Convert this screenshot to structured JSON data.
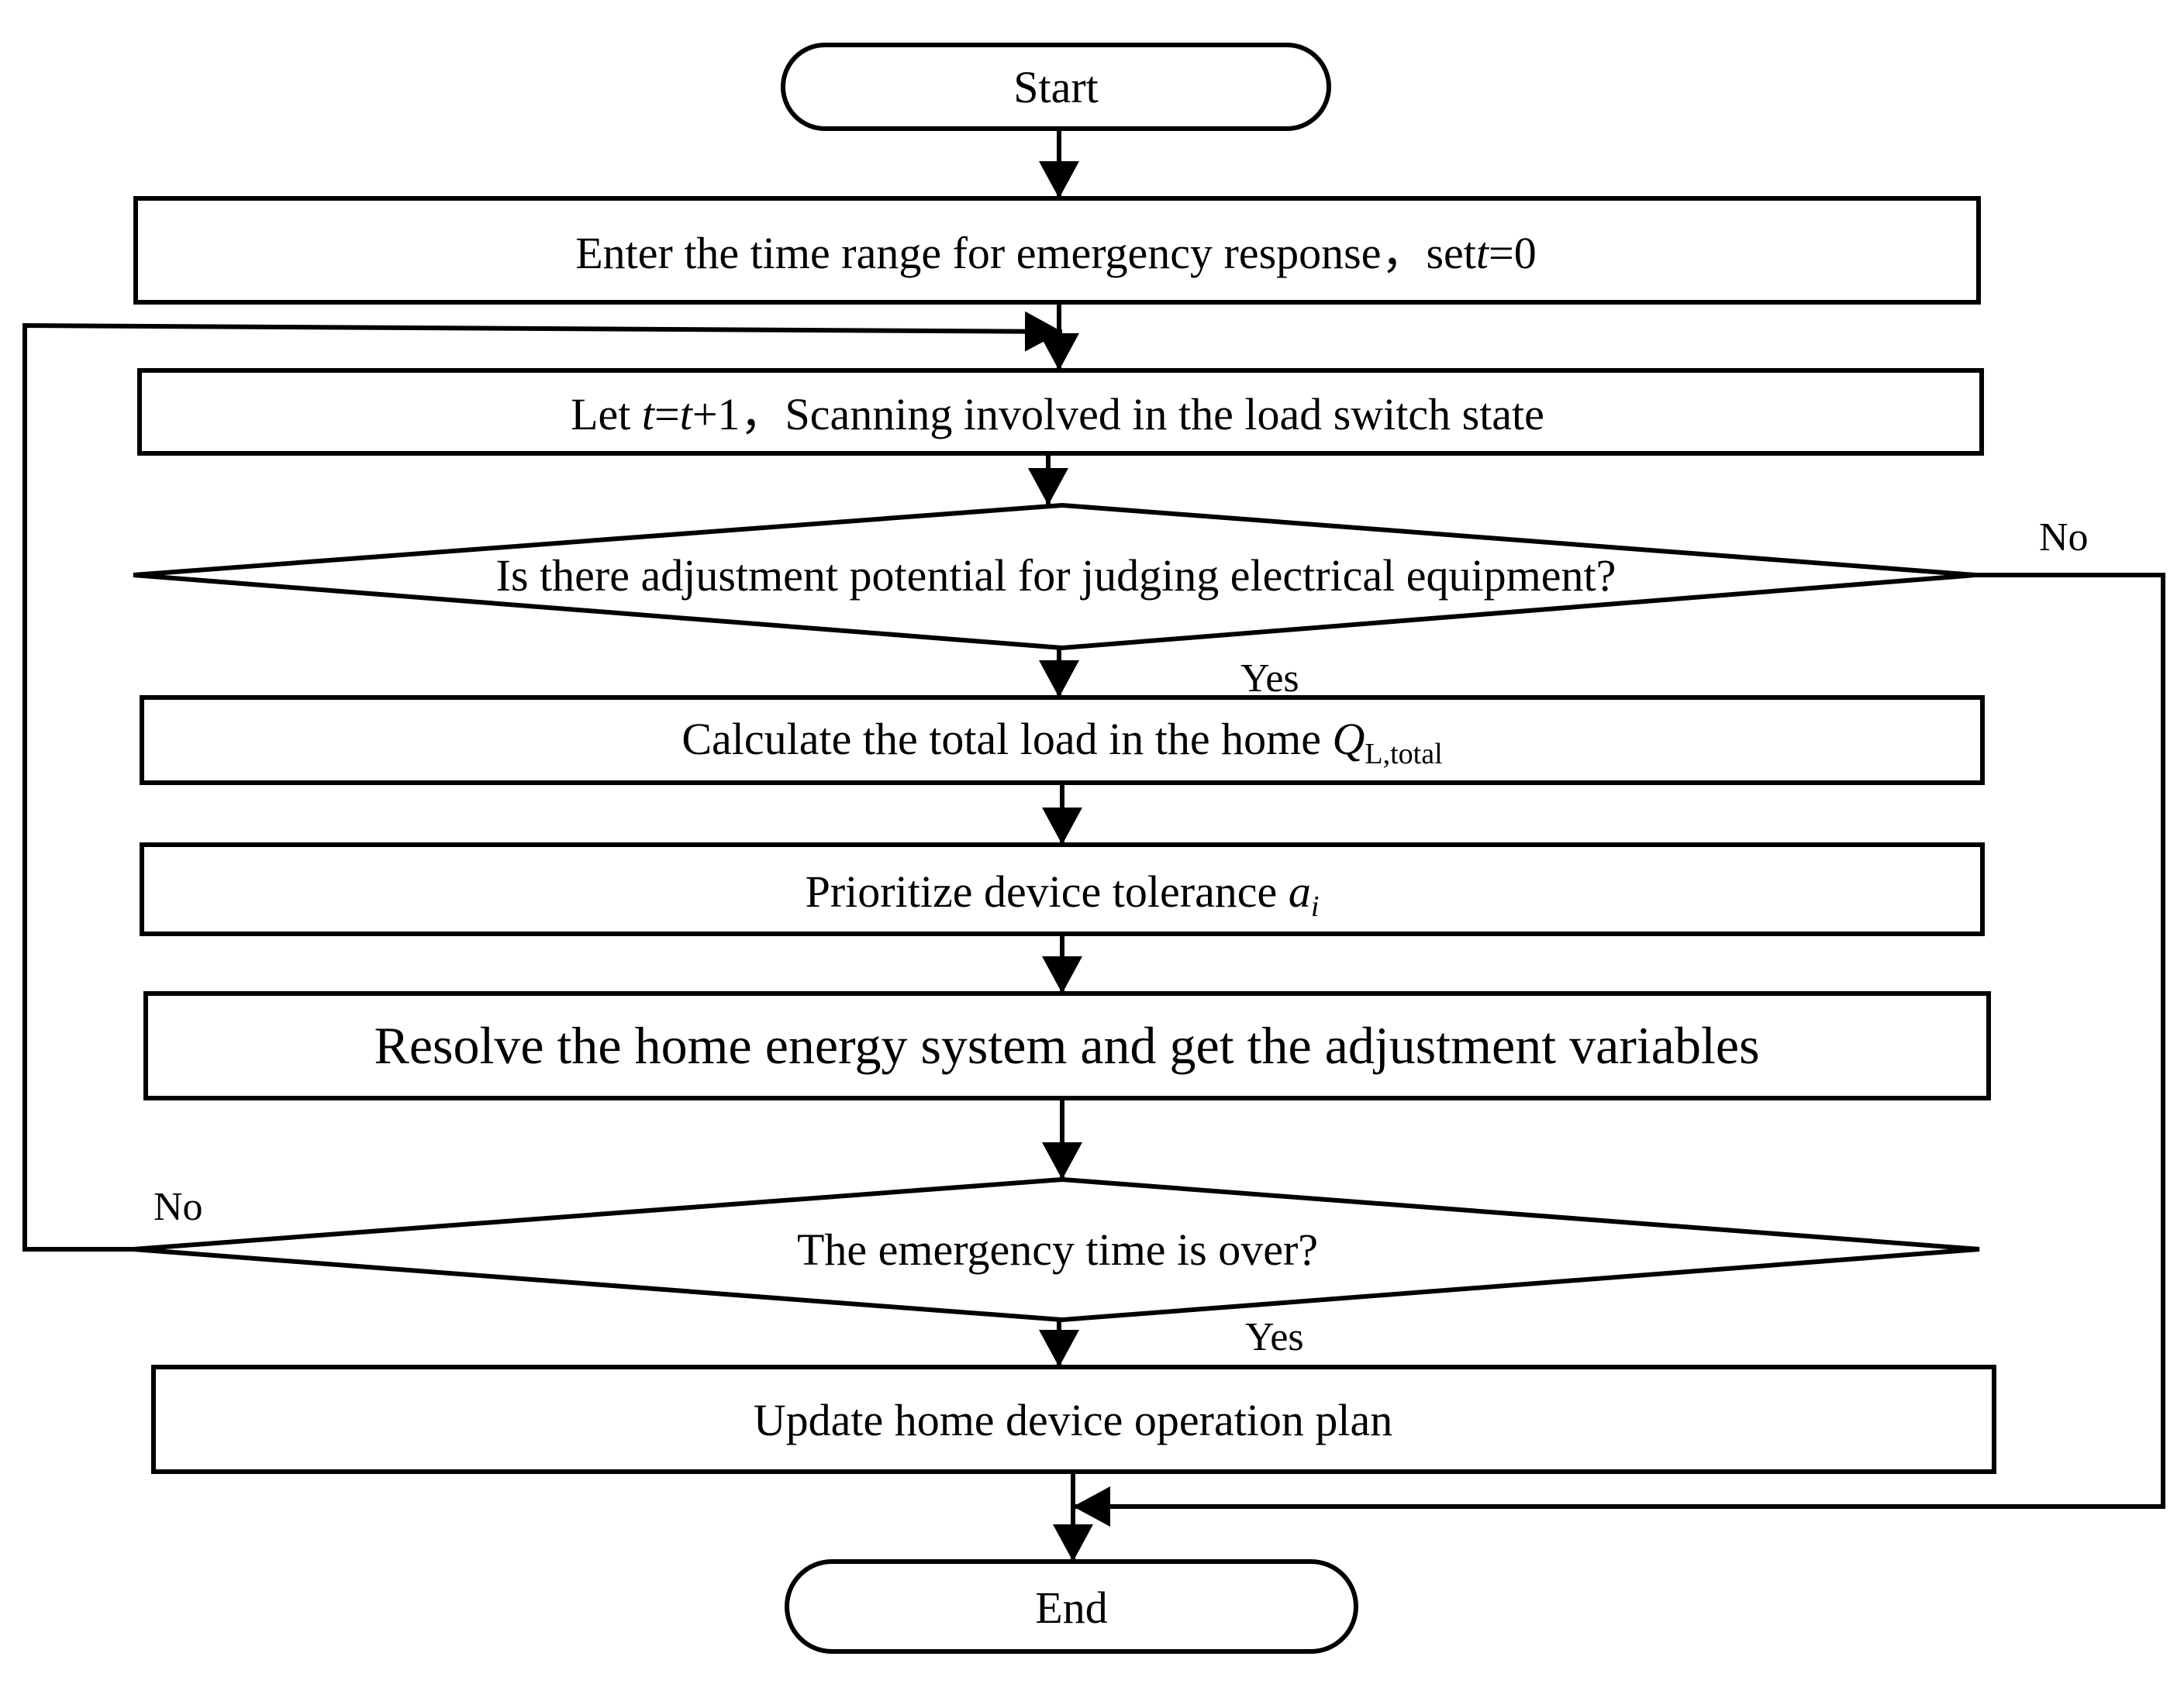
{
  "nodes": {
    "start": "Start",
    "enter_time_range": {
      "text": "Enter the time range for emergency response，set",
      "var": "t",
      "tail": "=0"
    },
    "let_t": {
      "prefix": "Let ",
      "var1": "t",
      "mid": "=",
      "var2": "t",
      "tail": "+1，Scanning involved in the load switch state"
    },
    "decision_potential": "Is there adjustment potential for judging electrical equipment?",
    "calc_total_load": {
      "text": "Calculate the total load in the home ",
      "var": "Q",
      "sub": "L,total"
    },
    "prioritize": {
      "text": "Prioritize device tolerance ",
      "var": "a",
      "sub": "i"
    },
    "resolve": "Resolve the home energy system and get the adjustment variables",
    "decision_time_over": "The emergency time is over?",
    "update_plan": "Update home device operation plan",
    "end": "End"
  },
  "edge_labels": {
    "potential_yes": "Yes",
    "potential_no": "No",
    "time_over_yes": "Yes",
    "time_over_no": "No"
  }
}
